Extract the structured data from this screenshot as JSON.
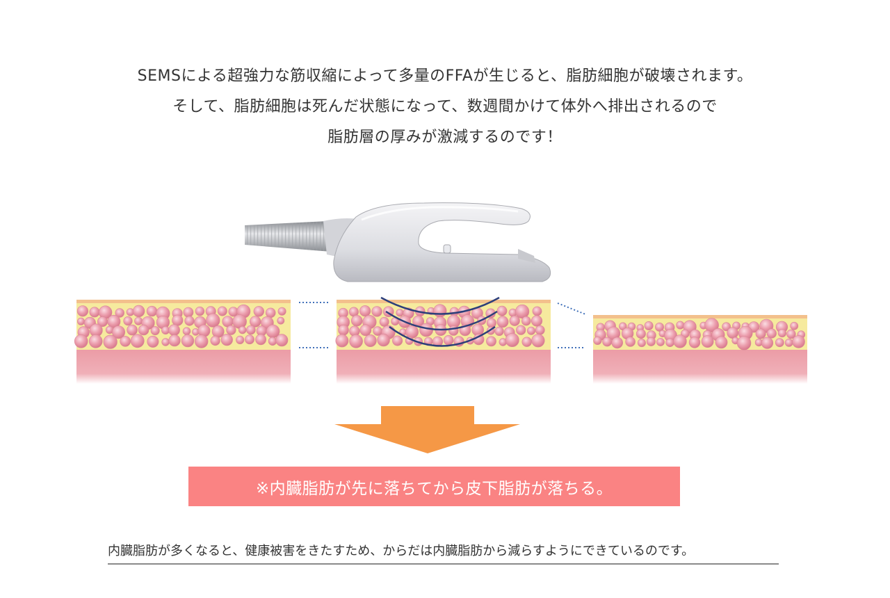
{
  "intro": {
    "lines": [
      "SEMSによる超強力な筋収縮によって多量のFFAが生じると、脂肪細胞が破壊されます。",
      "そして、脂肪細胞は死んだ状態になって、数週間かけて体外へ排出されるので",
      "脂肪層の厚みが激減するのです！"
    ]
  },
  "colors": {
    "fat_layer": "#f6ea9e",
    "fat_cell": "#e99aaa",
    "muscle_layer": "#eb9ca6",
    "skin_line": "#f3c08c",
    "wave": "#2d3f7a",
    "dotted_line": "#3f6fb8",
    "arrow": "#f59846",
    "note_box": "#fa8383"
  },
  "icons": {
    "applicator": "ems-applicator-icon",
    "arrow": "down-arrow-icon"
  },
  "note": {
    "label": "※内臓脂肪が先に落ちてから皮下脂肪が落ちる。"
  },
  "footer": {
    "text": "内臓脂肪が多くなると、健康被害をきたすため、からだは内臓脂肪から減らすようにできているのです。"
  }
}
